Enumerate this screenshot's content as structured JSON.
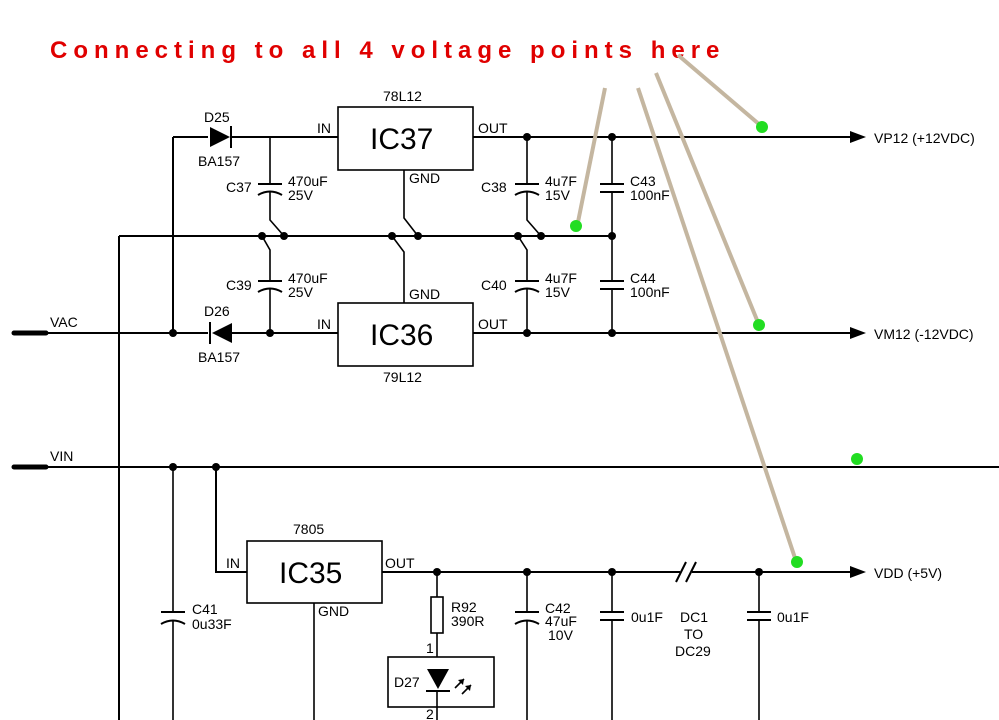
{
  "annotation": {
    "text": "Connecting to all 4 voltage points here"
  },
  "inputs": {
    "vac": "VAC",
    "vin": "VIN"
  },
  "outputs": {
    "vp12": "VP12 (+12VDC)",
    "vm12": "VM12 (-12VDC)",
    "vdd": "VDD (+5V)"
  },
  "regulators": {
    "ic37": {
      "ref": "IC37",
      "part": "78L12",
      "in": "IN",
      "out": "OUT",
      "gnd": "GND"
    },
    "ic36": {
      "ref": "IC36",
      "part": "79L12",
      "in": "IN",
      "out": "OUT",
      "gnd": "GND"
    },
    "ic35": {
      "ref": "IC35",
      "part": "7805",
      "in": "IN",
      "out": "OUT",
      "gnd": "GND"
    }
  },
  "diodes": {
    "d25": {
      "ref": "D25",
      "part": "BA157"
    },
    "d26": {
      "ref": "D26",
      "part": "BA157"
    },
    "d27": {
      "ref": "D27",
      "pin1": "1",
      "pin2": "2"
    }
  },
  "capacitors": {
    "c37": {
      "ref": "C37",
      "value": "470uF",
      "rating": "25V"
    },
    "c38": {
      "ref": "C38",
      "value": "4u7F",
      "rating": "15V"
    },
    "c43": {
      "ref": "C43",
      "value": "100nF"
    },
    "c39": {
      "ref": "C39",
      "value": "470uF",
      "rating": "25V"
    },
    "c40": {
      "ref": "C40",
      "value": "4u7F",
      "rating": "15V"
    },
    "c44": {
      "ref": "C44",
      "value": "100nF"
    },
    "c41": {
      "ref": "C41",
      "value": "0u33F"
    },
    "c42": {
      "ref": "C42",
      "value": "47uF",
      "rating": "10V"
    },
    "c_a": {
      "value": "0u1F"
    },
    "c_b": {
      "value": "0u1F"
    }
  },
  "resistors": {
    "r92": {
      "ref": "R92",
      "value": "390R"
    }
  },
  "decoupling": {
    "line1": "DC1",
    "line2": "TO",
    "line3": "DC29"
  }
}
